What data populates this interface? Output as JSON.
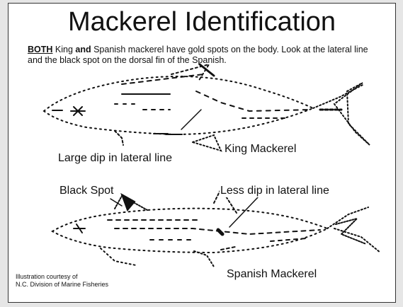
{
  "title": "Mackerel Identification",
  "intro": {
    "both": "BOTH",
    "part1": " King ",
    "and": "and",
    "part2": " Spanish mackerel have gold spots on the body. Look at the lateral line and the black spot on the dorsal fin of the Spanish."
  },
  "labels": {
    "large_dip": "Large dip in lateral line",
    "king": "King Mackerel",
    "black_spot": "Black Spot",
    "less_dip": "Less dip in lateral line",
    "spanish": "Spanish Mackerel"
  },
  "credit": {
    "line1": "Illustration courtesy of",
    "line2": "N.C. Division of Marine Fisheries"
  },
  "colors": {
    "ink": "#111111",
    "background": "#ffffff",
    "page": "#e6e6e6"
  }
}
